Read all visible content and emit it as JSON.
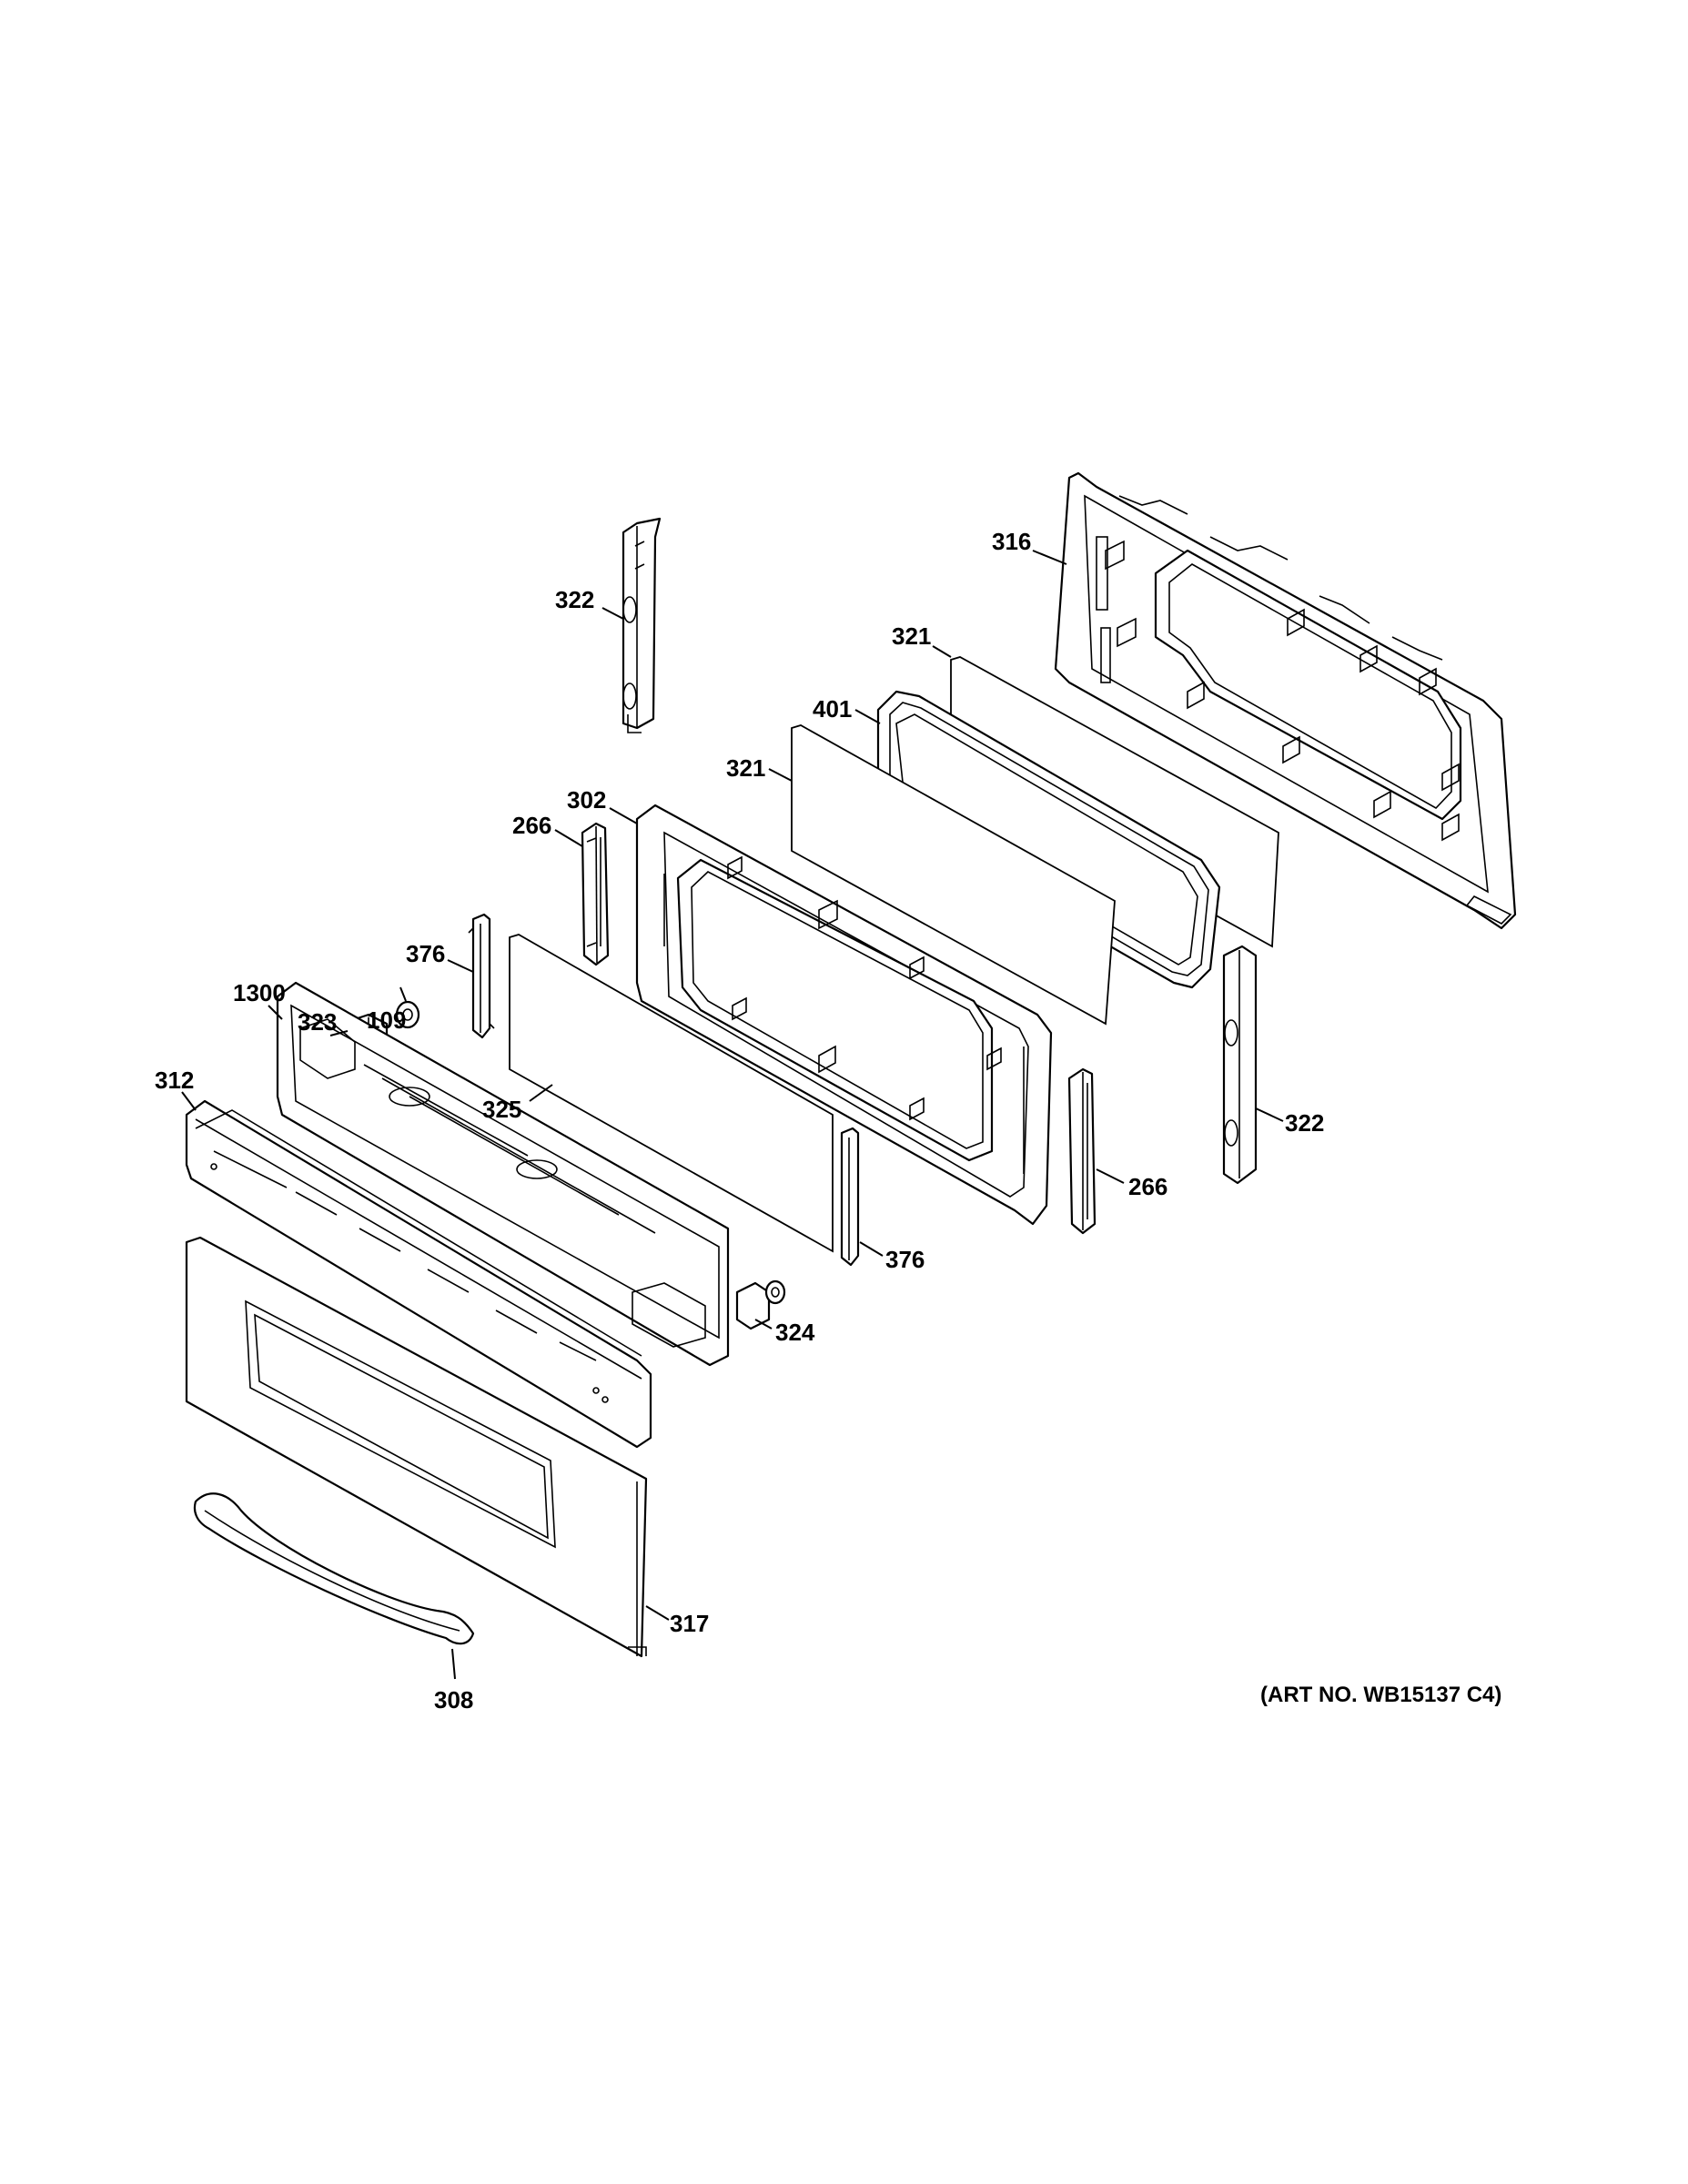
{
  "diagram": {
    "labels": {
      "l316": "316",
      "l321a": "321",
      "l322a": "322",
      "l401": "401",
      "l321b": "321",
      "l302": "302",
      "l266a": "266",
      "l376a": "376",
      "l323": "323",
      "l109": "109",
      "l1300": "1300",
      "l312": "312",
      "l325": "325",
      "l322b": "322",
      "l266b": "266",
      "l376b": "376",
      "l324": "324",
      "l317": "317",
      "l308": "308"
    },
    "art_number": "(ART NO. WB15137 C4)"
  }
}
